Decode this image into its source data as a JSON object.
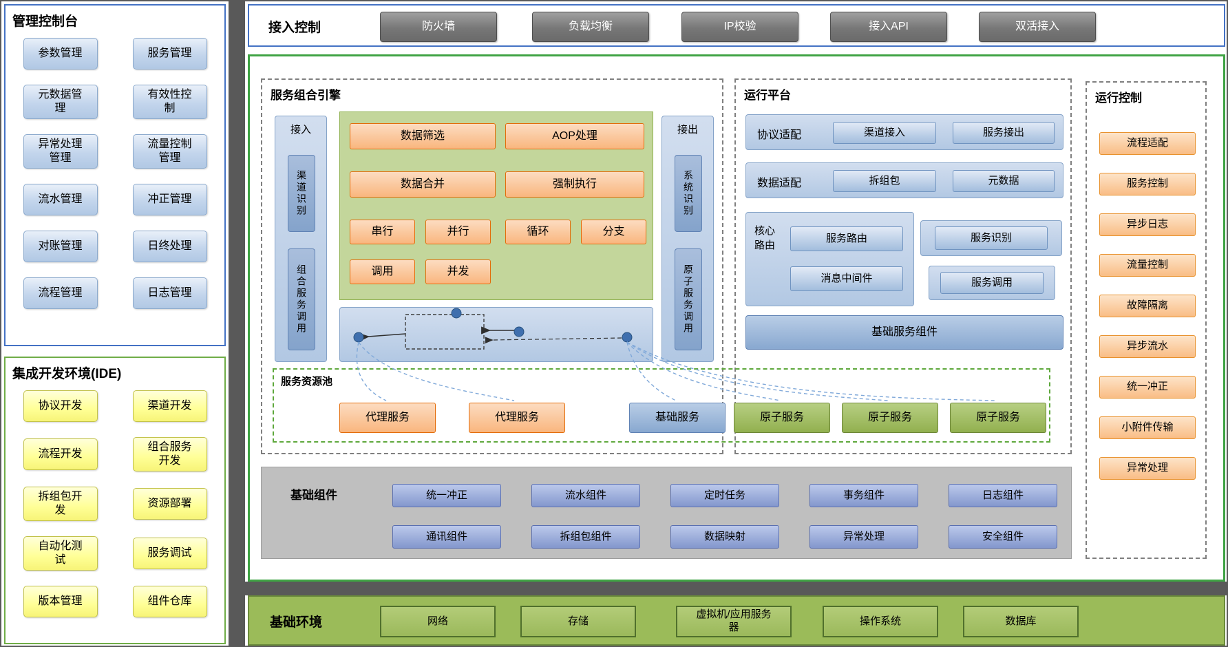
{
  "palette": {
    "blue_border": "#4472c4",
    "green_border": "#70ad47",
    "main_green_border": "#3fa344",
    "divider_gray": "#595959",
    "blue_fill": "#c3d5ec",
    "yellow_fill": "#ffff96",
    "gray_button": "#777777",
    "orange_fill": "#f9b67e",
    "orange_border": "#e36c09",
    "engine_green": "#c3d69b",
    "service_green": "#9bbb59",
    "component_gray": "#bfbfbf"
  },
  "management_console": {
    "title": "管理控制台",
    "items": [
      "参数管理",
      "服务管理",
      "元数据管理",
      "有效性控制",
      "异常处理管理",
      "流量控制管理",
      "流水管理",
      "冲正管理",
      "对账管理",
      "日终处理",
      "流程管理",
      "日志管理"
    ]
  },
  "ide": {
    "title": "集成开发环境(IDE)",
    "items": [
      "协议开发",
      "渠道开发",
      "流程开发",
      "组合服务开发",
      "拆组包开发",
      "资源部署",
      "自动化测试",
      "服务调试",
      "版本管理",
      "组件仓库"
    ]
  },
  "access_control": {
    "title": "接入控制",
    "items": [
      "防火墙",
      "负载均衡",
      "IP校验",
      "接入API",
      "双活接入"
    ]
  },
  "composition_engine": {
    "title": "服务组合引擎",
    "inbound": {
      "label": "接入",
      "items": [
        "渠道识别",
        "组合服务调用"
      ]
    },
    "outbound": {
      "label": "接出",
      "items": [
        "系统识别",
        "原子服务调用"
      ]
    },
    "ops": [
      "数据筛选",
      "AOP处理",
      "数据合并",
      "强制执行",
      "串行",
      "并行",
      "循环",
      "分支",
      "调用",
      "并发"
    ]
  },
  "resource_pool": {
    "title": "服务资源池",
    "services": [
      "代理服务",
      "代理服务",
      "基础服务",
      "原子服务",
      "原子服务",
      "原子服务"
    ]
  },
  "runtime_platform": {
    "title": "运行平台",
    "rows": [
      {
        "label": "协议适配",
        "items": [
          "渠道接入",
          "服务接出"
        ]
      },
      {
        "label": "数据适配",
        "items": [
          "拆组包",
          "元数据"
        ]
      }
    ],
    "core_routing": {
      "label": "核心路由",
      "items": [
        "服务路由",
        "消息中间件"
      ]
    },
    "side_boxes": [
      "服务识别",
      "服务调用"
    ],
    "base_bar": "基础服务组件"
  },
  "runtime_control": {
    "title": "运行控制",
    "items": [
      "流程适配",
      "服务控制",
      "异步日志",
      "流量控制",
      "故障隔离",
      "异步流水",
      "统一冲正",
      "小附件传输",
      "异常处理"
    ]
  },
  "base_components": {
    "title": "基础组件",
    "items": [
      "统一冲正",
      "流水组件",
      "定时任务",
      "事务组件",
      "日志组件",
      "通讯组件",
      "拆组包组件",
      "数据映射",
      "异常处理",
      "安全组件"
    ]
  },
  "base_environment": {
    "title": "基础环境",
    "items": [
      "网络",
      "存储",
      "虚拟机/应用服务器",
      "操作系统",
      "数据库"
    ]
  }
}
